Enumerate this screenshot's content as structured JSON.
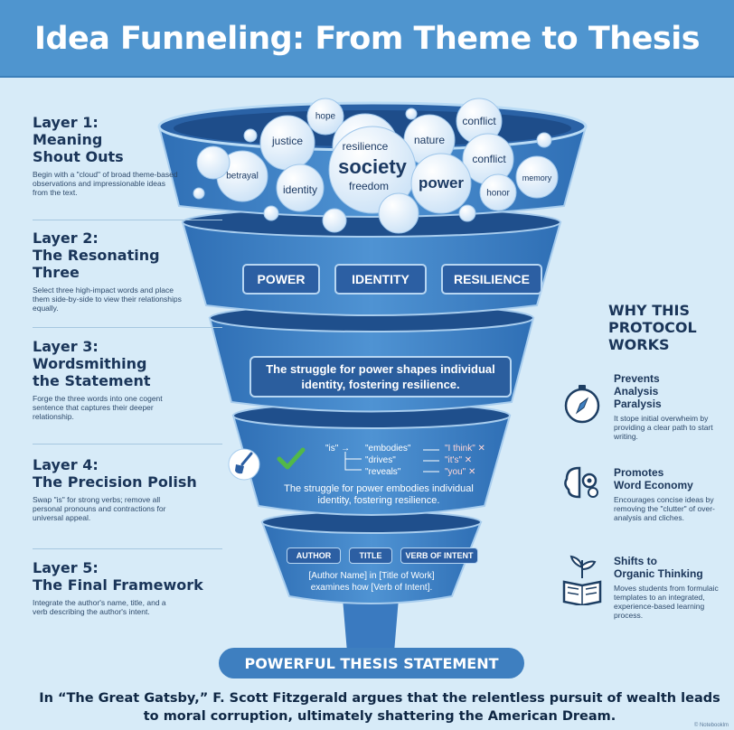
{
  "title": "Idea Funneling: From Theme to Thesis",
  "layers": [
    {
      "heading": [
        "Layer 1:",
        "Meaning",
        "Shout Outs"
      ],
      "description": "Begin with a \"cloud\" of broad theme-based observations and impressionable ideas from the text."
    },
    {
      "heading": [
        "Layer 2:",
        "The Resonating",
        "Three"
      ],
      "description": "Select three high-impact words and place them side-by-side to view their relationships equally."
    },
    {
      "heading": [
        "Layer 3:",
        "Wordsmithing",
        "the Statement"
      ],
      "description": "Forge the three words into one cogent sentence that captures their deeper relationship."
    },
    {
      "heading": [
        "Layer 4:",
        "The Precision Polish"
      ],
      "description": "Swap \"is\" for strong verbs; remove all personal pronouns and contractions for universal appeal."
    },
    {
      "heading": [
        "Layer 5:",
        "The Final Framework"
      ],
      "description": "Integrate the author's name, title, and a verb describing the author's intent."
    }
  ],
  "cloud_words": {
    "hope": "hope",
    "justice": "justice",
    "resilience": "resilience",
    "nature": "nature",
    "conflict_1": "conflict",
    "conflict_2": "conflict",
    "betrayal": "betrayal",
    "society": "society",
    "freedom": "freedom",
    "identity": "identity",
    "power": "power",
    "honor": "honor",
    "memory": "memory"
  },
  "resonating_three": [
    "POWER",
    "IDENTITY",
    "RESILIENCE"
  ],
  "statement": "The struggle for power shapes individual identity, fostering resilience.",
  "polish": {
    "swap_from": "\"is\" →",
    "verbs": [
      "\"embodies\"",
      "\"drives\"",
      "\"reveals\""
    ],
    "removed": [
      "\"I think\" ✕",
      "\"it's\" ✕",
      "\"you\" ✕"
    ],
    "result": "The struggle for power embodies individual identity, fostering resilience."
  },
  "framework": {
    "tags": [
      "AUTHOR",
      "TITLE",
      "VERB OF INTENT"
    ],
    "template": "[Author Name] in [Title of Work] examines how [Verb of Intent]."
  },
  "thesis_label": "POWERFUL THESIS STATEMENT",
  "example_thesis": "In “The Great Gatsby,” F. Scott Fitzgerald argues that the relentless pursuit of wealth leads to moral corruption, ultimately shattering the American Dream.",
  "why": {
    "title": [
      "WHY THIS",
      "PROTOCOL",
      "WORKS"
    ],
    "items": [
      {
        "icon": "compass-icon",
        "heading": [
          "Prevents",
          "Analysis",
          "Paralysis"
        ],
        "description": "It stope initial overwheim by providing a clear path to start writing."
      },
      {
        "icon": "brain-gear-icon",
        "heading": [
          "Promotes",
          "Word Economy"
        ],
        "description": "Encourages concise ideas by removing the \"clutter\" of over-analysis and cliches."
      },
      {
        "icon": "book-plant-icon",
        "heading": [
          "Shifts to",
          "Organic Thinking"
        ],
        "description": "Moves students from formulaic templates to an integrated, experience-based learning process."
      }
    ]
  },
  "copyright": "© Notebooklm"
}
